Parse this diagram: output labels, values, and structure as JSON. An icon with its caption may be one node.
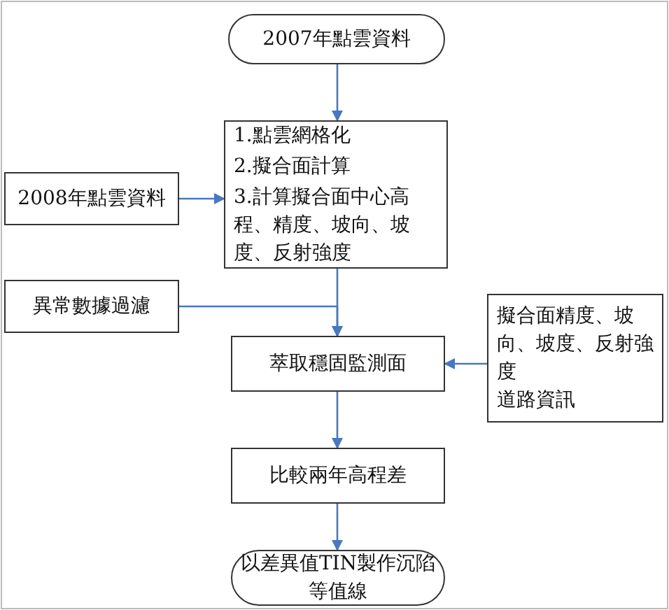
{
  "diagram": {
    "nodes": [
      {
        "text": [
          "2007年點雲資料"
        ]
      },
      {
        "text": [
          "1.點雲網格化",
          "2.擬合面計算",
          "3.計算擬合面中心高程、精度、坡向、坡度、反射強度"
        ]
      },
      {
        "text": [
          "2008年點雲資料"
        ]
      },
      {
        "text": [
          "異常數據過濾"
        ]
      },
      {
        "text": [
          "萃取穩固監測面"
        ]
      },
      {
        "text": [
          "擬合面精度、坡向、坡度、反射強度",
          "道路資訊"
        ]
      },
      {
        "text": [
          "比較兩年高程差"
        ]
      },
      {
        "text": [
          "以差異值TIN製作沉陷等值線"
        ]
      }
    ],
    "edges": [
      {
        "from": 0,
        "to": 1,
        "arrow": "to"
      },
      {
        "from": 2,
        "to": 1,
        "arrow": "to"
      },
      {
        "from": 1,
        "to": 4,
        "arrow": "to"
      },
      {
        "from": 3,
        "to": 4,
        "arrow": "to"
      },
      {
        "from": 5,
        "to": 4,
        "arrow": "to"
      },
      {
        "from": 4,
        "to": 6,
        "arrow": "to"
      },
      {
        "from": 6,
        "to": 7,
        "arrow": "to"
      }
    ]
  }
}
